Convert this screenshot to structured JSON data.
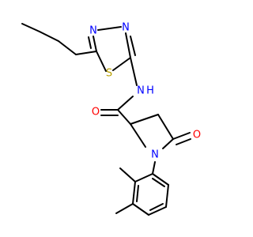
{
  "molecule": {
    "atom_labels": {
      "thiadiazole_n3": "N",
      "thiadiazole_n4": "N",
      "thiadiazole_s1": "S",
      "amide_nh": "N",
      "amide_h": "H",
      "amide_o": "O",
      "lactam_o": "O",
      "pyrrolidine_n": "N"
    },
    "colors": {
      "nitrogen": "#0000ff",
      "sulfur": "#b8a000",
      "oxygen": "#ff0000",
      "carbon": "#000000"
    }
  }
}
